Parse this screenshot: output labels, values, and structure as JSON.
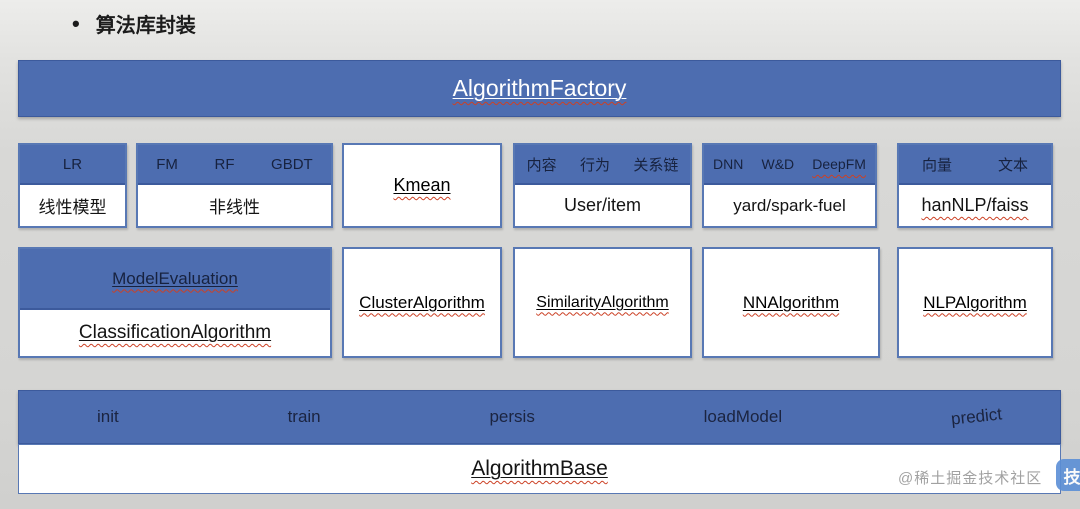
{
  "slide": {
    "bullet": "•",
    "title": "算法库封装"
  },
  "factory": {
    "label": "AlgorithmFactory"
  },
  "row1": {
    "linear": {
      "header": "LR",
      "body": "线性模型"
    },
    "nonlinear": {
      "h1": "FM",
      "h2": "RF",
      "h3": "GBDT",
      "body": "非线性"
    },
    "kmean": {
      "label": "Kmean"
    },
    "useritem": {
      "h1": "内容",
      "h2": "行为",
      "h3": "关系链",
      "body": "User/item"
    },
    "dnn": {
      "h1": "DNN",
      "h2": "W&D",
      "h3": "DeepFM",
      "body": "yard/spark-fuel"
    },
    "vector": {
      "h1": "向量",
      "h2": "文本",
      "body": "hanNLP/faiss"
    }
  },
  "row2": {
    "classification": {
      "header": "ModelEvaluation",
      "body": "ClassificationAlgorithm"
    },
    "cluster": {
      "label": "ClusterAlgorithm"
    },
    "similarity": {
      "label": "SimilarityAlgorithm"
    },
    "nn": {
      "label": "NNAlgorithm"
    },
    "nlp": {
      "label": "NLPAlgorithm"
    }
  },
  "base": {
    "m1": "init",
    "m2": "train",
    "m3": "persis",
    "m4": "loadModel",
    "m5": "predict",
    "label": "AlgorithmBase"
  },
  "watermark": {
    "text": "@稀土掘金技术社区",
    "badge": "技"
  },
  "colors": {
    "blue": "#4d6db0",
    "blue_border": "#3c5a9c",
    "dark_text": "#17223f",
    "squiggle": "#cc4125"
  }
}
